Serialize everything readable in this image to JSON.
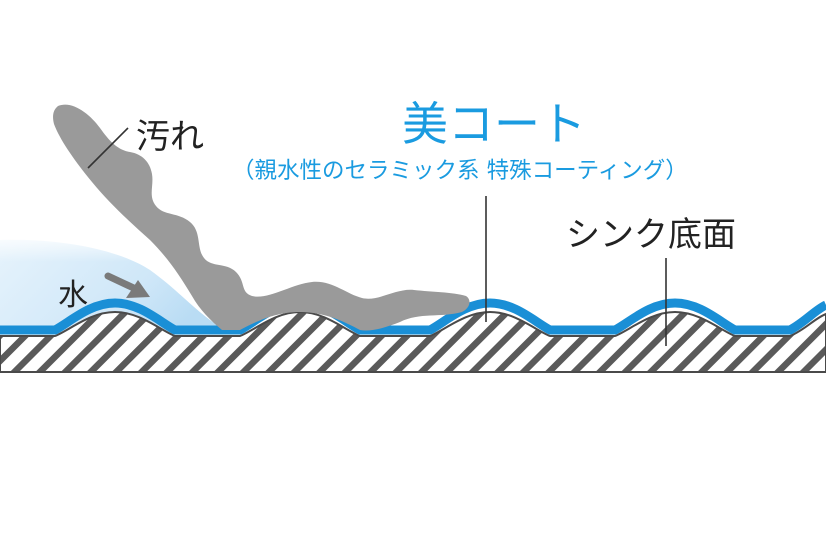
{
  "labels": {
    "dirt": "汚れ",
    "water": "水",
    "coat_title": "美コート",
    "coat_subtitle": "（親水性のセラミック系 特殊コーティング）",
    "sink_bottom": "シンク底面"
  },
  "colors": {
    "coat_blue": "#1a8fd6",
    "text_blue": "#1a9be0",
    "dirt_gray": "#9a9a9a",
    "substrate_gray": "#5a5a5a",
    "water_light": "#d7ecfa",
    "text_dark": "#222222"
  }
}
